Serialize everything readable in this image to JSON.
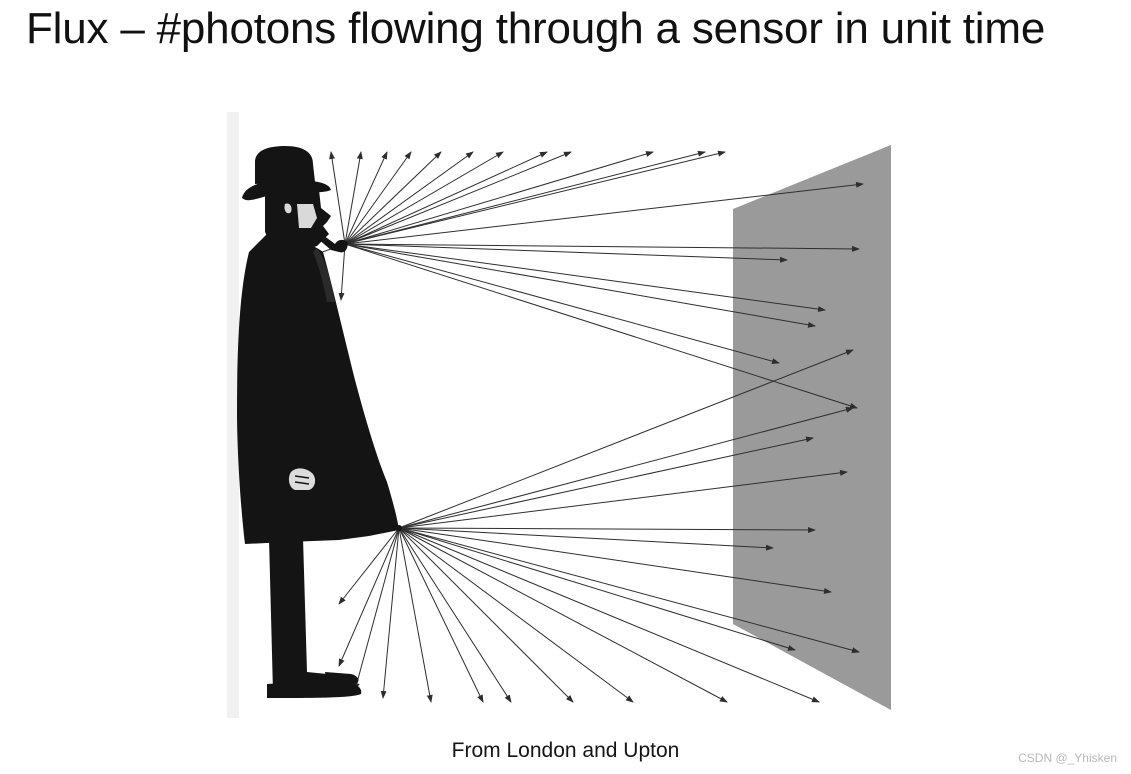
{
  "slide": {
    "title": "Flux – #photons flowing through a sensor in unit time",
    "caption": "From London and Upton"
  },
  "watermark": {
    "text": "CSDN @_Yhisken"
  },
  "figure": {
    "subject": "man in bowler hat illuminated by light rays fanning out toward a grey sensor plane",
    "colors": {
      "silhouette": "#141414",
      "rays": "#2e2e2e",
      "sensor": "#9a9a9a",
      "paper": "#ffffff"
    }
  }
}
